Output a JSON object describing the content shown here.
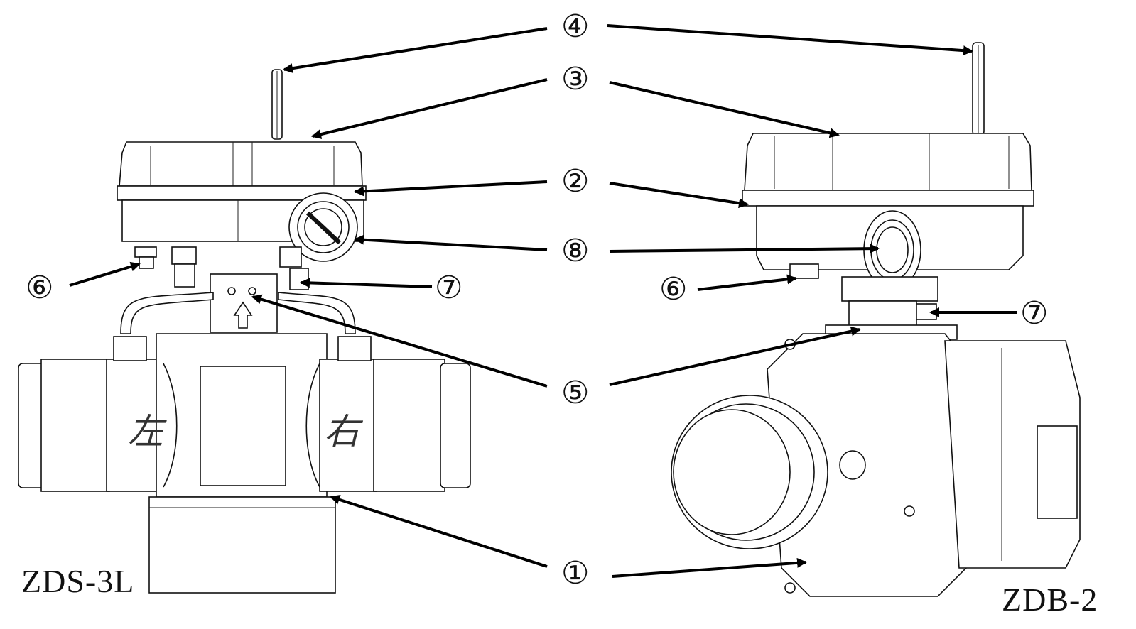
{
  "models": {
    "left": "ZDS-3L",
    "right": "ZDB-2"
  },
  "body_marks": {
    "left_port": "左",
    "right_port": "右"
  },
  "callouts": {
    "c1": "①",
    "c2": "②",
    "c3": "③",
    "c4": "④",
    "c5": "⑤",
    "c6": "⑥",
    "c7": "⑦",
    "c8": "⑧"
  }
}
